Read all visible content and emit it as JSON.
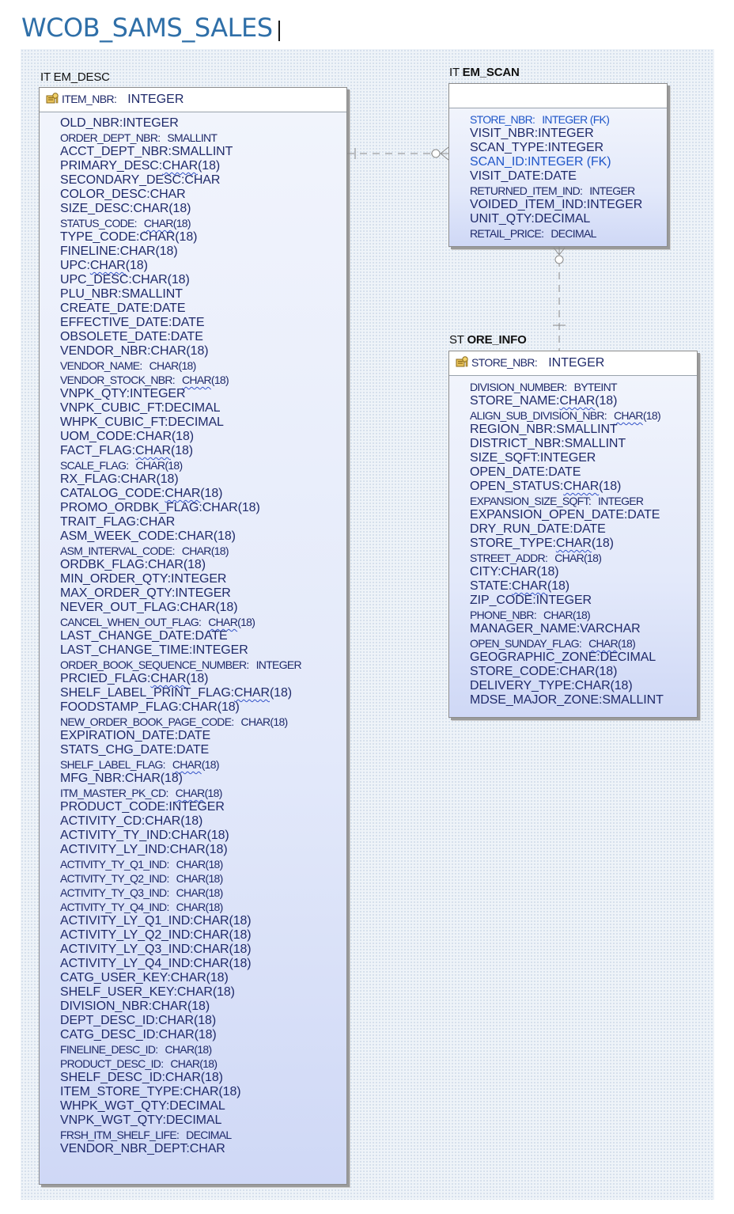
{
  "diagram": {
    "title": "WCOB_SAMS_SALES",
    "entities": [
      {
        "id": "item_desc",
        "name_prefix": "IT",
        "name_rest": "EM_DESC",
        "pk": {
          "name": "ITEM_NBR:",
          "type": "INTEGER"
        },
        "attrs": [
          {
            "name": "OLD_NBR:",
            "type": "INTEGER",
            "small": false
          },
          {
            "name": "ORDER_DEPT_NBR:",
            "type": "SMALLINT",
            "small": true
          },
          {
            "name": "ACCT_DEPT_NBR:",
            "type": "SMALLINT",
            "small": false
          },
          {
            "name": "PRIMARY_DESC:",
            "type": "CHAR",
            "suffix": "(18)",
            "small": false,
            "underline": true
          },
          {
            "name": "SECONDARY_DESC:",
            "type": "CHAR",
            "small": false
          },
          {
            "name": "COLOR_DESC:",
            "type": "CHAR",
            "small": false
          },
          {
            "name": "SIZE_DESC:",
            "type": "CHAR(18)",
            "small": false
          },
          {
            "name": "STATUS_CODE:",
            "type": "CHAR",
            "suffix": "(18)",
            "small": true,
            "underline": true
          },
          {
            "name": "TYPE_CODE:",
            "type": "CHAR(18)",
            "small": false
          },
          {
            "name": "FINELINE:",
            "type": "CHAR(18)",
            "small": false
          },
          {
            "name": "UPC:",
            "type": "CHAR",
            "suffix": "(18)",
            "small": false,
            "underline": true
          },
          {
            "name": "UPC_DESC:",
            "type": "CHAR(18)",
            "small": false
          },
          {
            "name": "PLU_NBR:",
            "type": "SMALLINT",
            "small": false
          },
          {
            "name": "CREATE_DATE:",
            "type": "DATE",
            "small": false
          },
          {
            "name": "EFFECTIVE_DATE:",
            "type": "DATE",
            "small": false
          },
          {
            "name": "OBSOLETE_DATE:",
            "type": "DATE",
            "small": false
          },
          {
            "name": "VENDOR_NBR:",
            "type": "CHAR(18)",
            "small": false
          },
          {
            "name": "VENDOR_NAME:",
            "type": "CHAR(18)",
            "small": true
          },
          {
            "name": "VENDOR_STOCK_NBR:",
            "type": "CHAR",
            "suffix": "(18)",
            "small": true,
            "underline": true
          },
          {
            "name": "VNPK_QTY:",
            "type": "INTEGER",
            "small": false
          },
          {
            "name": "VNPK_CUBIC_FT:",
            "type": "DECIMAL",
            "small": false
          },
          {
            "name": "WHPK_CUBIC_FT:",
            "type": "DECIMAL",
            "small": false
          },
          {
            "name": "UOM_CODE:",
            "type": "CHAR(18)",
            "small": false
          },
          {
            "name": "FACT_FLAG:",
            "type": "CHAR",
            "suffix": "(18)",
            "small": false,
            "underline": true
          },
          {
            "name": "SCALE_FLAG:",
            "type": "CHAR(18)",
            "small": true
          },
          {
            "name": "RX_FLAG:",
            "type": "CHAR(18)",
            "small": false
          },
          {
            "name": "CATALOG_CODE:",
            "type": "CHAR",
            "suffix": "(18)",
            "small": false,
            "underline": true
          },
          {
            "name": "PROMO_ORDBK_FLAG:",
            "type": "CHAR(18)",
            "small": false
          },
          {
            "name": "TRAIT_FLAG:",
            "type": "CHAR",
            "small": false
          },
          {
            "name": "ASM_WEEK_CODE:",
            "type": "CHAR(18)",
            "small": false
          },
          {
            "name": "ASM_INTERVAL_CODE:",
            "type": "CHAR(18)",
            "small": true
          },
          {
            "name": "ORDBK_FLAG:",
            "type": "CHAR(18)",
            "small": false
          },
          {
            "name": "MIN_ORDER_QTY:",
            "type": "INTEGER",
            "small": false
          },
          {
            "name": "MAX_ORDER_QTY:",
            "type": "INTEGER",
            "small": false
          },
          {
            "name": "NEVER_OUT_FLAG:",
            "type": "CHAR(18)",
            "small": false
          },
          {
            "name": "CANCEL_WHEN_OUT_FLAG:",
            "type": "CHAR",
            "suffix": "(18)",
            "small": true,
            "underline": true
          },
          {
            "name": "LAST_CHANGE_DATE:",
            "type": "DATE",
            "small": false
          },
          {
            "name": "LAST_CHANGE_TIME:",
            "type": "INTEGER",
            "small": false
          },
          {
            "name": "ORDER_BOOK_SEQUENCE_NUMBER:",
            "type": "INTEGER",
            "small": true
          },
          {
            "name": "PRCIED_FLAG:",
            "type": "CHAR",
            "suffix": "(18)",
            "small": false,
            "underline": true
          },
          {
            "name": "SHELF_LABEL_PRINT_FLAG:",
            "type": "CHAR",
            "suffix": "(18)",
            "small": false,
            "underline": true
          },
          {
            "name": "FOODSTAMP_FLAG:",
            "type": "CHAR(18)",
            "small": false
          },
          {
            "name": "NEW_ORDER_BOOK_PAGE_CODE:",
            "type": "CHAR(18)",
            "small": true
          },
          {
            "name": "EXPIRATION_DATE:",
            "type": "DATE",
            "small": false
          },
          {
            "name": "STATS_CHG_DATE:",
            "type": "DATE",
            "small": false
          },
          {
            "name": "SHELF_LABEL_FLAG:",
            "type": "CHAR",
            "suffix": "(18)",
            "small": true,
            "underline": true
          },
          {
            "name": "MFG_NBR:",
            "type": "CHAR(18)",
            "small": false
          },
          {
            "name": "ITM_MASTER_PK_CD:",
            "type": "CHAR",
            "suffix": "(18)",
            "small": true,
            "underline": true
          },
          {
            "name": "PRODUCT_CODE:",
            "type": "INTEGER",
            "small": false
          },
          {
            "name": "ACTIVITY_CD:",
            "type": "CHAR(18)",
            "small": false
          },
          {
            "name": "ACTIVITY_TY_IND:",
            "type": "CHAR(18)",
            "small": false
          },
          {
            "name": "ACTIVITY_LY_IND:",
            "type": "CHAR(18)",
            "small": false
          },
          {
            "name": "ACTIVITY_TY_Q1_IND:",
            "type": "CHAR(18)",
            "small": true
          },
          {
            "name": "ACTIVITY_TY_Q2_IND:",
            "type": "CHAR(18)",
            "small": true
          },
          {
            "name": "ACTIVITY_TY_Q3_IND:",
            "type": "CHAR(18)",
            "small": true
          },
          {
            "name": "ACTIVITY_TY_Q4_IND:",
            "type": "CHAR(18)",
            "small": true
          },
          {
            "name": "ACTIVITY_LY_Q1_IND:",
            "type": "CHAR(18)",
            "small": false
          },
          {
            "name": "ACTIVITY_LY_Q2_IND:",
            "type": "CHAR(18)",
            "small": false
          },
          {
            "name": "ACTIVITY_LY_Q3_IND:",
            "type": "CHAR(18)",
            "small": false
          },
          {
            "name": "ACTIVITY_LY_Q4_IND:",
            "type": "CHAR(18)",
            "small": false
          },
          {
            "name": "CATG_USER_KEY:",
            "type": "CHAR(18)",
            "small": false
          },
          {
            "name": "SHELF_USER_KEY:",
            "type": "CHAR(18)",
            "small": false
          },
          {
            "name": "DIVISION_NBR:",
            "type": "CHAR(18)",
            "small": false
          },
          {
            "name": "DEPT_DESC_ID:",
            "type": "CHAR(18)",
            "small": false
          },
          {
            "name": "CATG_DESC_ID:",
            "type": "CHAR(18)",
            "small": false
          },
          {
            "name": "FINELINE_DESC_ID:",
            "type": "CHAR(18)",
            "small": true
          },
          {
            "name": "PRODUCT_DESC_ID:",
            "type": "CHAR(18)",
            "small": true
          },
          {
            "name": "SHELF_DESC_ID:",
            "type": "CHAR(18)",
            "small": false
          },
          {
            "name": "ITEM_STORE_TYPE:",
            "type": "CHAR(18)",
            "small": false
          },
          {
            "name": "WHPK_WGT_QTY:",
            "type": "DECIMAL",
            "small": false
          },
          {
            "name": "VNPK_WGT_QTY:",
            "type": "DECIMAL",
            "small": false
          },
          {
            "name": "FRSH_ITM_SHELF_LIFE:",
            "type": "DECIMAL",
            "small": true
          },
          {
            "name": "VENDOR_NBR_DEPT:",
            "type": "CHAR",
            "small": false
          }
        ]
      },
      {
        "id": "item_scan",
        "name_prefix": "IT",
        "name_rest": "EM_SCAN",
        "pk": null,
        "attrs": [
          {
            "name": "STORE_NBR:",
            "type": "INTEGER",
            "suffix": " (FK)",
            "small": true,
            "fk": true
          },
          {
            "name": "VISIT_NBR:",
            "type": "INTEGER",
            "small": false
          },
          {
            "name": "SCAN_TYPE:",
            "type": "INTEGER",
            "small": false
          },
          {
            "name": "SCAN_ID:",
            "type": "INTEGER (FK)",
            "small": false,
            "fk": true
          },
          {
            "name": "VISIT_DATE:",
            "type": "DATE",
            "small": false
          },
          {
            "name": "RETURNED_ITEM_IND:",
            "type": "INTEGER",
            "small": true
          },
          {
            "name": "VOIDED_ITEM_IND:",
            "type": "INTEGER",
            "small": false
          },
          {
            "name": "UNIT_QTY:",
            "type": "DECIMAL",
            "small": false
          },
          {
            "name": "RETAIL_PRICE:",
            "type": "DECIMAL",
            "small": true
          }
        ]
      },
      {
        "id": "store_info",
        "name_prefix": "ST",
        "name_rest": "ORE_INFO",
        "pk": {
          "name": "STORE_NBR:",
          "type": "INTEGER"
        },
        "attrs": [
          {
            "name": "DIVISION_NUMBER:",
            "type": "BYTEINT",
            "small": true
          },
          {
            "name": "STORE_NAME:",
            "type": "CHAR",
            "suffix": "(18)",
            "small": false,
            "underline": true
          },
          {
            "name": "ALIGN_SUB_DIVISION_NBR:",
            "type": "CHAR",
            "suffix": "(18)",
            "small": true,
            "underline": true
          },
          {
            "name": "REGION_NBR:",
            "type": "SMALLINT",
            "small": false
          },
          {
            "name": "DISTRICT_NBR:",
            "type": "SMALLINT",
            "small": false
          },
          {
            "name": "SIZE_SQFT:",
            "type": "INTEGER",
            "small": false
          },
          {
            "name": "OPEN_DATE:",
            "type": "DATE",
            "small": false
          },
          {
            "name": "OPEN_STATUS:",
            "type": "CHAR",
            "suffix": "(18)",
            "small": false,
            "underline": true
          },
          {
            "name": "EXPANSION_SIZE_SQFT:",
            "type": "INTEGER",
            "small": true
          },
          {
            "name": "EXPANSION_OPEN_DATE:",
            "type": "DATE",
            "small": false
          },
          {
            "name": "DRY_RUN_DATE:",
            "type": "DATE",
            "small": false
          },
          {
            "name": "STORE_TYPE:",
            "type": "CHAR",
            "suffix": "(18)",
            "small": false,
            "underline": true
          },
          {
            "name": "STREET_ADDR:",
            "type": "CHAR(18)",
            "small": true
          },
          {
            "name": "CITY:",
            "type": "CHAR(18)",
            "small": false
          },
          {
            "name": "STATE:",
            "type": "CHAR",
            "suffix": "(18)",
            "small": false,
            "underline": true
          },
          {
            "name": "ZIP_CODE:",
            "type": "INTEGER",
            "small": false
          },
          {
            "name": "PHONE_NBR:",
            "type": "CHAR(18)",
            "small": true
          },
          {
            "name": "MANAGER_NAME:",
            "type": "VARCHAR",
            "small": false
          },
          {
            "name": "OPEN_SUNDAY_FLAG:",
            "type": "CHAR",
            "suffix": "(18)",
            "small": true,
            "underline": true
          },
          {
            "name": "GEOGRAPHIC_ZONE:",
            "type": "DECIMAL",
            "small": false
          },
          {
            "name": "STORE_CODE:",
            "type": "CHAR(18)",
            "small": false
          },
          {
            "name": "DELIVERY_TYPE:",
            "type": "CHAR(18)",
            "small": false
          },
          {
            "name": "MDSE_MAJOR_ZONE:",
            "type": "SMALLINT",
            "small": false
          }
        ]
      }
    ],
    "relationships": [
      {
        "from": "item_desc",
        "to": "item_scan",
        "style": "dashed",
        "end": "zero-or-many"
      },
      {
        "from": "store_info",
        "to": "item_scan",
        "style": "dashed",
        "end": "zero-or-many"
      }
    ],
    "colors": {
      "title": "#2f6fa8",
      "attribute_text": "#1f2a6a",
      "fk_text": "#1f56c9",
      "entity_gradient_top": "#f1f4fc",
      "entity_gradient_bottom": "#cfd8f6",
      "canvas": "#eef3f8"
    }
  }
}
